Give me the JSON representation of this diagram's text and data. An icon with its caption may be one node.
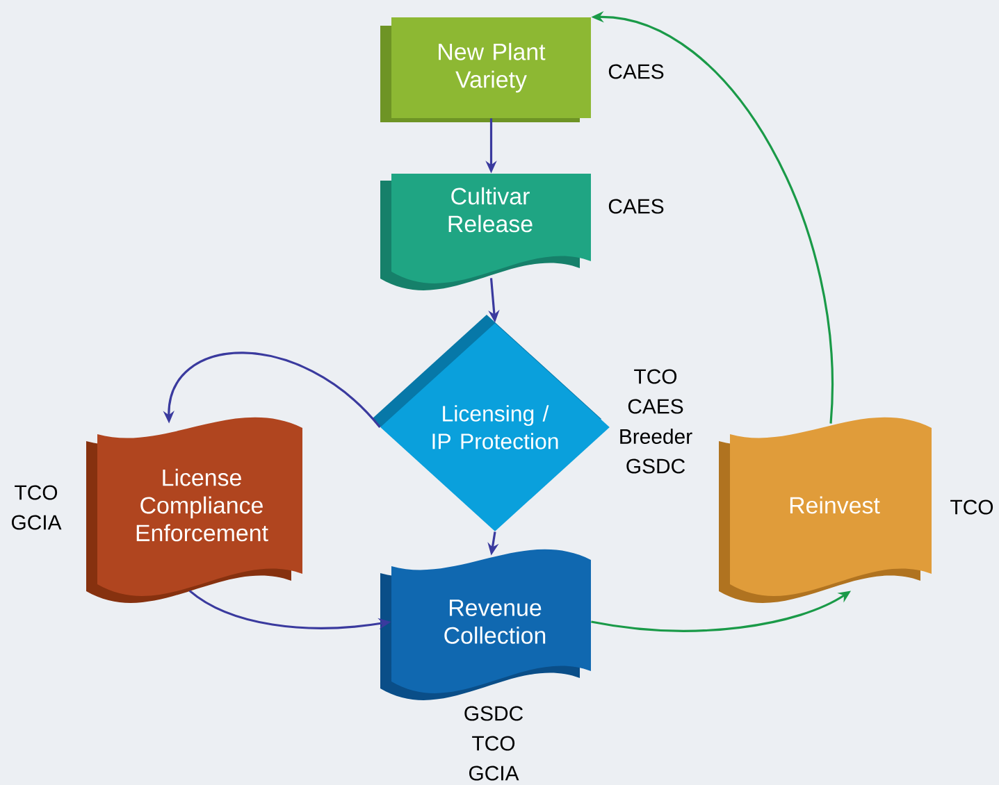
{
  "diagram": {
    "nodes": [
      {
        "text": [
          "New Plant Variety"
        ],
        "beside": [
          "CAES"
        ]
      },
      {
        "text": [
          "Cultivar Release"
        ],
        "beside": [
          "CAES"
        ]
      },
      {
        "text": [
          "Licensing / IP Protection"
        ],
        "beside": [
          "TCO",
          "CAES",
          "Breeder",
          "GSDC"
        ]
      },
      {
        "text": [
          "License Compliance Enforcement"
        ],
        "beside": [
          "TCO",
          "GCIA"
        ]
      },
      {
        "text": [
          "Revenue Collection"
        ],
        "beside": [
          "GSDC",
          "TCO",
          "GCIA"
        ]
      },
      {
        "text": [
          "Reinvest"
        ],
        "beside": [
          "TCO"
        ]
      }
    ],
    "edges": [
      {
        "from": 0,
        "to": 1,
        "arrow": "to"
      },
      {
        "from": 1,
        "to": 2,
        "arrow": "to"
      },
      {
        "from": 2,
        "to": 3,
        "arrow": "to"
      },
      {
        "from": 2,
        "to": 4,
        "arrow": "to"
      },
      {
        "from": 3,
        "to": 4,
        "arrow": "to"
      },
      {
        "from": 4,
        "to": 5,
        "arrow": "to",
        "color": "#1a9a48"
      },
      {
        "from": 5,
        "to": 0,
        "arrow": "to",
        "color": "#1a9a48"
      }
    ]
  }
}
